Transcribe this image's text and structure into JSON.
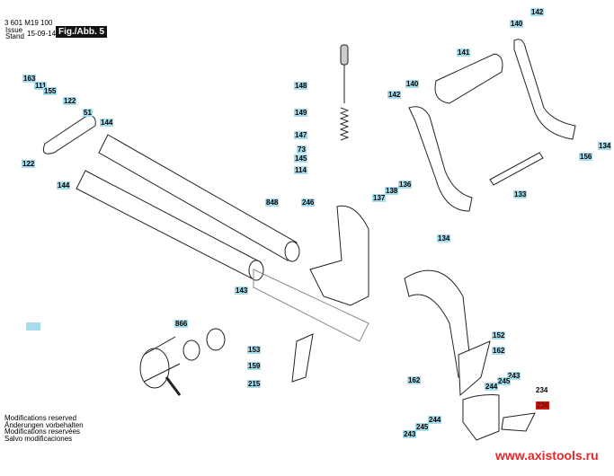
{
  "header": {
    "part_number": "3 601 M19 100",
    "issue_label": "Issue",
    "stand_label": "Stand",
    "date": "15-09-14",
    "figure": "Fig./Abb. 5"
  },
  "labels": [
    "163",
    "111",
    "155",
    "122",
    "51",
    "144",
    "122",
    "144",
    "148",
    "149",
    "147",
    "73",
    "145",
    "114",
    "848",
    "246",
    "137",
    "138",
    "136",
    "143",
    "140",
    "142",
    "141",
    "140",
    "142",
    "134",
    "133",
    "156",
    "134",
    "866",
    "153",
    "159",
    "215",
    "152",
    "162",
    "162",
    "243",
    "245",
    "244",
    "234",
    "236",
    "244",
    "245",
    "243"
  ],
  "colors": {
    "label_bg": "#a6dcec",
    "highlight_label_bg": "#c8200e",
    "website": "#e8262a"
  },
  "footer": [
    "Modifications reserved",
    "Änderungen vorbehalten",
    "Modifications reservées",
    "Salvo modificaciones"
  ],
  "website": "www.axistools.ru"
}
